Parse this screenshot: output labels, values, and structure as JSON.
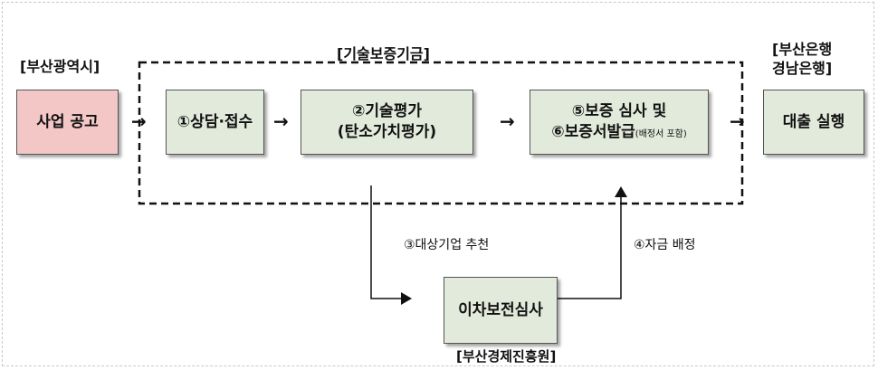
{
  "labels": {
    "busan_city": "[부산광역시]",
    "kibo": "[기술보증기금]",
    "banks_line1": "[부산은행",
    "banks_line2": "경남은행]",
    "bepa": "[부산경제진흥원]"
  },
  "boxes": {
    "announcement": "사업 공고",
    "consult": "①상담·접수",
    "tech_eval_line1": "②기술평가",
    "tech_eval_line2": "(탄소가치평가)",
    "guarantee_line1": "⑤보증 심사 및",
    "guarantee_line2": "⑥보증서발급",
    "guarantee_note": "(배정서 포함)",
    "loan": "대출 실행",
    "interest_review": "이차보전심사"
  },
  "notes": {
    "recommend": "③대상기업 추천",
    "fund_allocation": "④자금 배정"
  },
  "colors": {
    "box_green": "#e2eadb",
    "box_pink": "#f4c7c7"
  }
}
